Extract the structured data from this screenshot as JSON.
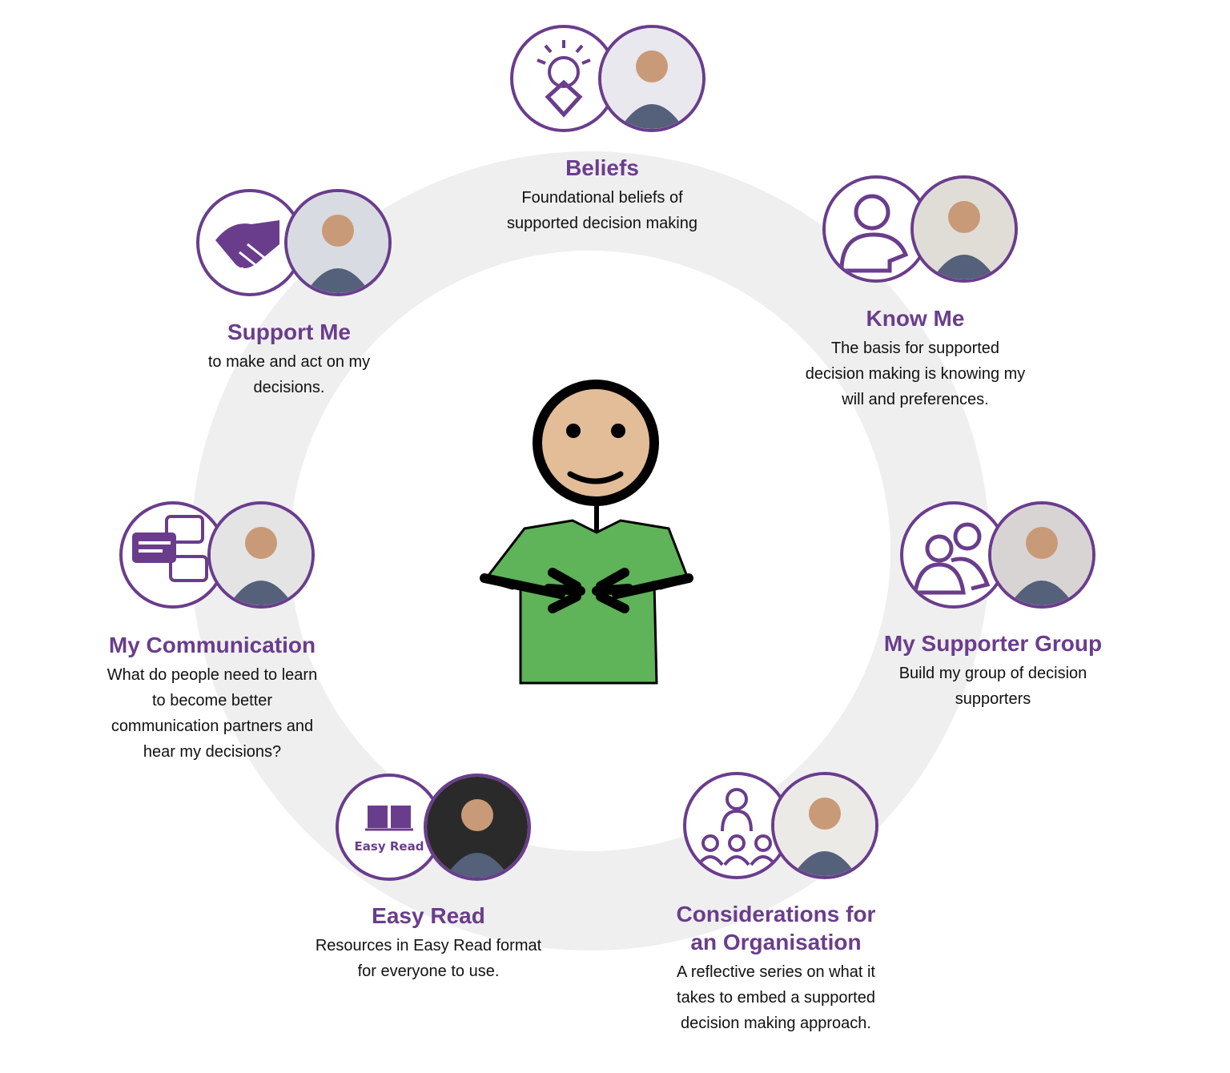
{
  "accent": "#6a3d8c",
  "items": [
    {
      "id": "beliefs",
      "heading": [
        "Beliefs"
      ],
      "desc": [
        "Foundational beliefs of",
        "supported decision making"
      ],
      "icon": "lightbulb-heart-icon"
    },
    {
      "id": "support-me",
      "heading": [
        "Support Me"
      ],
      "desc": [
        "to make and act on my",
        "decisions."
      ],
      "icon": "handshake-icon"
    },
    {
      "id": "know-me",
      "heading": [
        "Know Me"
      ],
      "desc": [
        "The basis for supported",
        "decision making is knowing my",
        "will and preferences."
      ],
      "icon": "person-pointing-icon"
    },
    {
      "id": "my-communication",
      "heading": [
        "My Communication"
      ],
      "desc": [
        "What do people need to learn",
        "to become better",
        "communication partners and",
        "hear my decisions?"
      ],
      "icon": "speech-bubbles-icon"
    },
    {
      "id": "my-supporter-group",
      "heading": [
        "My Supporter Group"
      ],
      "desc": [
        "Build my group of decision",
        "supporters"
      ],
      "icon": "group-icon"
    },
    {
      "id": "easy-read",
      "heading": [
        "Easy Read"
      ],
      "desc": [
        "Resources in Easy Read format",
        "for everyone to use."
      ],
      "icon": "book-icon",
      "icon_label": "Easy Read"
    },
    {
      "id": "considerations",
      "heading": [
        "Considerations for",
        "an Organisation"
      ],
      "desc": [
        "A reflective series on what it",
        "takes to embed a supported",
        "decision making approach."
      ],
      "icon": "organisation-icon"
    }
  ]
}
